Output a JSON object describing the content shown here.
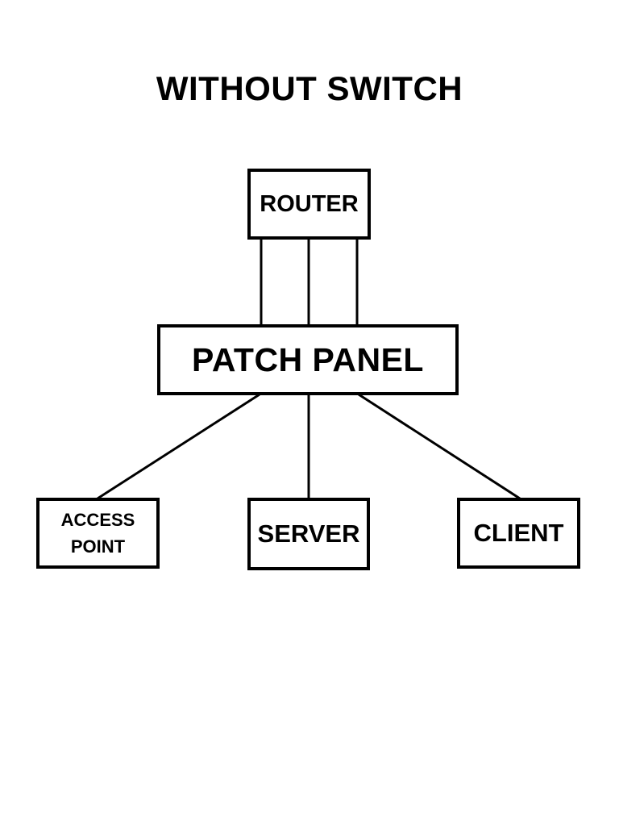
{
  "title": "WITHOUT SWITCH",
  "nodes": {
    "router": {
      "label": "ROUTER"
    },
    "patch_panel": {
      "label": "PATCH PANEL"
    },
    "access_point": {
      "label_line1": "ACCESS",
      "label_line2": "POINT"
    },
    "server": {
      "label": "SERVER"
    },
    "client": {
      "label": "CLIENT"
    }
  },
  "connections": [
    {
      "from": "router",
      "to": "patch_panel",
      "lines": 3,
      "style": "parallel-vertical"
    },
    {
      "from": "patch_panel",
      "to": "access_point",
      "lines": 1,
      "style": "diagonal"
    },
    {
      "from": "patch_panel",
      "to": "server",
      "lines": 1,
      "style": "vertical"
    },
    {
      "from": "patch_panel",
      "to": "client",
      "lines": 1,
      "style": "diagonal"
    }
  ],
  "colors": {
    "background": "#ffffff",
    "line": "#000000",
    "text": "#000000",
    "node_fill": "#ffffff"
  }
}
